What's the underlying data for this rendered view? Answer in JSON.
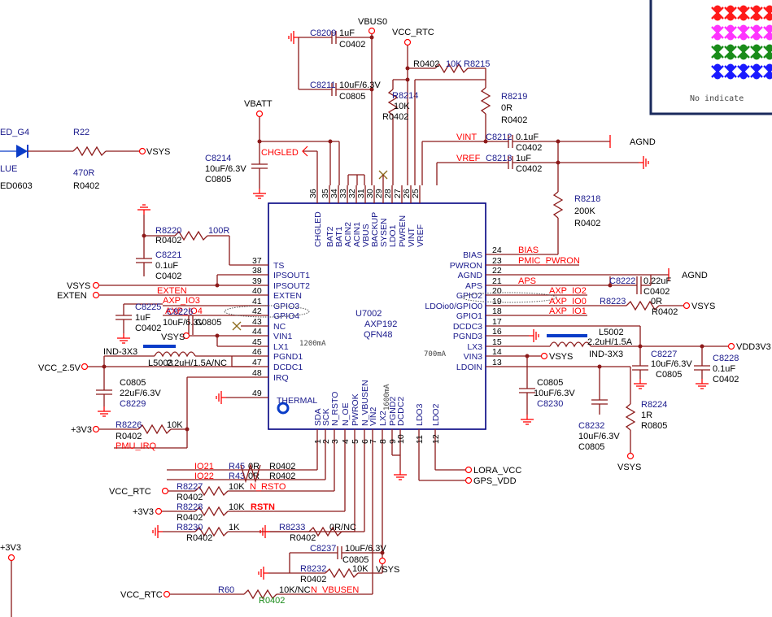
{
  "ic": {
    "ref": "U7002",
    "part": "AXP192",
    "package": "QFN48",
    "current_1": "1200mA",
    "current_2": "700mA",
    "current_3": "1600mA",
    "thermal": "THERMAL",
    "pins_top": [
      {
        "num": "36",
        "name": "CHGLED"
      },
      {
        "num": "35",
        "name": "BAT2"
      },
      {
        "num": "34",
        "name": "BAT1"
      },
      {
        "num": "33",
        "name": "ACIN2"
      },
      {
        "num": "32",
        "name": "ACIN1"
      },
      {
        "num": "31",
        "name": "VBUS"
      },
      {
        "num": "30",
        "name": "BACKUP"
      },
      {
        "num": "29",
        "name": "SYSEN"
      },
      {
        "num": "28",
        "name": "LDO1"
      },
      {
        "num": "27",
        "name": "PWREN"
      },
      {
        "num": "26",
        "name": "VINT"
      },
      {
        "num": "25",
        "name": "VREF"
      }
    ],
    "pins_left": [
      {
        "num": "37",
        "name": "TS"
      },
      {
        "num": "38",
        "name": "IPSOUT1"
      },
      {
        "num": "39",
        "name": "IPSOUT2"
      },
      {
        "num": "40",
        "name": "EXTEN"
      },
      {
        "num": "41",
        "name": "GPIO3"
      },
      {
        "num": "42",
        "name": "GPIO4"
      },
      {
        "num": "43",
        "name": "NC"
      },
      {
        "num": "44",
        "name": "VIN1"
      },
      {
        "num": "45",
        "name": "LX1"
      },
      {
        "num": "46",
        "name": "PGND1"
      },
      {
        "num": "47",
        "name": "DCDC1"
      },
      {
        "num": "48",
        "name": "IRQ"
      },
      {
        "num": "49",
        "name": ""
      }
    ],
    "pins_right": [
      {
        "num": "24",
        "name": "BIAS"
      },
      {
        "num": "23",
        "name": "PWRON"
      },
      {
        "num": "22",
        "name": "AGND"
      },
      {
        "num": "21",
        "name": "APS"
      },
      {
        "num": "20",
        "name": "GPIO2"
      },
      {
        "num": "19",
        "name": "LDOio0/GPIO0"
      },
      {
        "num": "18",
        "name": "GPIO1"
      },
      {
        "num": "17",
        "name": "DCDC3"
      },
      {
        "num": "16",
        "name": "PGND3"
      },
      {
        "num": "15",
        "name": "LX3"
      },
      {
        "num": "14",
        "name": "VIN3"
      },
      {
        "num": "13",
        "name": "LDOIN"
      }
    ],
    "pins_bottom": [
      {
        "num": "1",
        "name": "SDA"
      },
      {
        "num": "2",
        "name": "SCK"
      },
      {
        "num": "3",
        "name": "N_RSTO"
      },
      {
        "num": "4",
        "name": "N_OE"
      },
      {
        "num": "5",
        "name": "PWROK"
      },
      {
        "num": "6",
        "name": "N_VBUSEN"
      },
      {
        "num": "7",
        "name": "VIN2"
      },
      {
        "num": "8",
        "name": "LX2"
      },
      {
        "num": "9",
        "name": "PGND2"
      },
      {
        "num": "10",
        "name": "DCDC2"
      },
      {
        "num": "11",
        "name": "LDO3"
      },
      {
        "num": "12",
        "name": "LDO2"
      }
    ]
  },
  "ports": {
    "vbus0": "VBUS0",
    "vcc_rtc_top": "VCC_RTC",
    "vbatt": "VBATT",
    "agnd_top": "AGND",
    "vsys_led": "VSYS",
    "vsys_left": "VSYS",
    "exten_left": "EXTEN",
    "vcc_2v5": "VCC_2.5V",
    "p3v3_left": "+3V3",
    "agnd_right": "AGND",
    "vsys_right": "VSYS",
    "vdd3v3": "VDD3V3",
    "vsys_vin3": "VSYS",
    "vsys_bottom": "VSYS",
    "lora_vcc": "LORA_VCC",
    "gps_vdd": "GPS_VDD",
    "vcc_rtc_r8227": "VCC_RTC",
    "p3v3_r8228": "+3V3",
    "vsys_c8237": "VSYS",
    "vcc_rtc_r60": "VCC_RTC",
    "p3v3_corner": "+3V3",
    "vsys_mid": "VSYS"
  },
  "nets": {
    "chgled": "CHGLED",
    "exten": "EXTEN",
    "axp_io3": "AXP_IO3",
    "axp_io4": "AXP_IO4",
    "pmu_irq": "PMU_IRQ",
    "vint": "VINT",
    "vref": "VREF",
    "bias": "BIAS",
    "pmic_pwron": "PMIC_PWRON",
    "aps": "APS",
    "axp_io2": "AXP_IO2",
    "axp_io0": "AXP_IO0",
    "axp_io1": "AXP_IO1",
    "io21": "IO21",
    "io22": "IO22",
    "n_rsto": "N_RSTO",
    "rstn": "RSTN",
    "n_vbusen": "N_VBUSEN"
  },
  "parts": {
    "c8209": {
      "ref": "C8209",
      "val": "1uF",
      "pkg": "C0402"
    },
    "c8211": {
      "ref": "C8211",
      "val": "10uF/6.3V",
      "pkg": "C0805"
    },
    "r8215": {
      "ref": "R8215",
      "val": "10K",
      "pkg": "R0402"
    },
    "r8214": {
      "ref": "R8214",
      "val": "10K",
      "pkg": "R0402"
    },
    "r8219": {
      "ref": "R8219",
      "val": "0R",
      "pkg": "R0402"
    },
    "c8212": {
      "ref": "C8212",
      "val": "0.1uF",
      "pkg": "C0402"
    },
    "c8213": {
      "ref": "C8213",
      "val": "1uF",
      "pkg": "C0402"
    },
    "r8218": {
      "ref": "R8218",
      "val": "200K",
      "pkg": "R0402"
    },
    "c8214": {
      "ref": "C8214",
      "val": "10uF/6.3V",
      "pkg": "C0805"
    },
    "r22": {
      "ref": "R22",
      "val": "470R",
      "pkg": "R0402"
    },
    "led": {
      "ref": "ED_G4",
      "val": "LUE",
      "pkg": "ED0603"
    },
    "r8220": {
      "ref": "R8220",
      "val": "100R",
      "pkg": "R0402"
    },
    "c8221": {
      "ref": "C8221",
      "val": "0.1uF",
      "pkg": "C0402"
    },
    "c8225": {
      "ref": "C8225",
      "val": "1uF",
      "pkg": "C0402"
    },
    "c8226": {
      "ref": "C8226",
      "val": "10uF/6.3V",
      "pkg": "C0805"
    },
    "l5003": {
      "ref": "L5003",
      "val": "2.2uH/1.5A/NC",
      "pkg": "IND-3X3"
    },
    "c8229": {
      "ref": "C8229",
      "val": "22uF/6.3V",
      "pkg": "C0805"
    },
    "r8226": {
      "ref": "R8226",
      "val": "10K",
      "pkg": "R0402"
    },
    "c8222": {
      "ref": "C8222",
      "val": "0.22uF",
      "pkg": "C0402"
    },
    "r8223": {
      "ref": "R8223",
      "val": "0R",
      "pkg": "R0402"
    },
    "l5002": {
      "ref": "L5002",
      "val": "2.2uH/1.5A",
      "pkg": "IND-3X3"
    },
    "c8227": {
      "ref": "C8227",
      "val": "10uF/6.3V",
      "pkg": "C0805"
    },
    "c8228": {
      "ref": "C8228",
      "val": "0.1uF",
      "pkg": "C0402"
    },
    "c8230": {
      "ref": "C8230",
      "val": "10uF/6.3V",
      "pkg": "C0805"
    },
    "c8232": {
      "ref": "C8232",
      "val": "10uF/6.3V",
      "pkg": "C0805"
    },
    "r8224": {
      "ref": "R8224",
      "val": "1R",
      "pkg": "R0805"
    },
    "r45": {
      "ref": "R45",
      "val": "0R",
      "pkg": "R0402"
    },
    "r43": {
      "ref": "R43",
      "val": "0R",
      "pkg": "R0402"
    },
    "r8227": {
      "ref": "R8227",
      "val": "10K",
      "pkg": "R0402"
    },
    "r8228": {
      "ref": "R8228",
      "val": "10K",
      "pkg": "R0402"
    },
    "r8230": {
      "ref": "R8230",
      "val": "1K",
      "pkg": "R0402"
    },
    "r8233": {
      "ref": "R8233",
      "val": "0R/NC",
      "pkg": "R0402"
    },
    "c8237": {
      "ref": "C8237",
      "val": "10uF/6.3V",
      "pkg": "C0805"
    },
    "r8232": {
      "ref": "R8232",
      "val": "10K",
      "pkg": "R0402"
    },
    "r60": {
      "ref": "R60",
      "val": "10K/NC",
      "pkg": "R0402"
    }
  },
  "legend": {
    "note": "No indicate",
    "colors": [
      "#ff1a1a",
      "#ff33ff",
      "#1a8c1a",
      "#1a1aff"
    ]
  }
}
